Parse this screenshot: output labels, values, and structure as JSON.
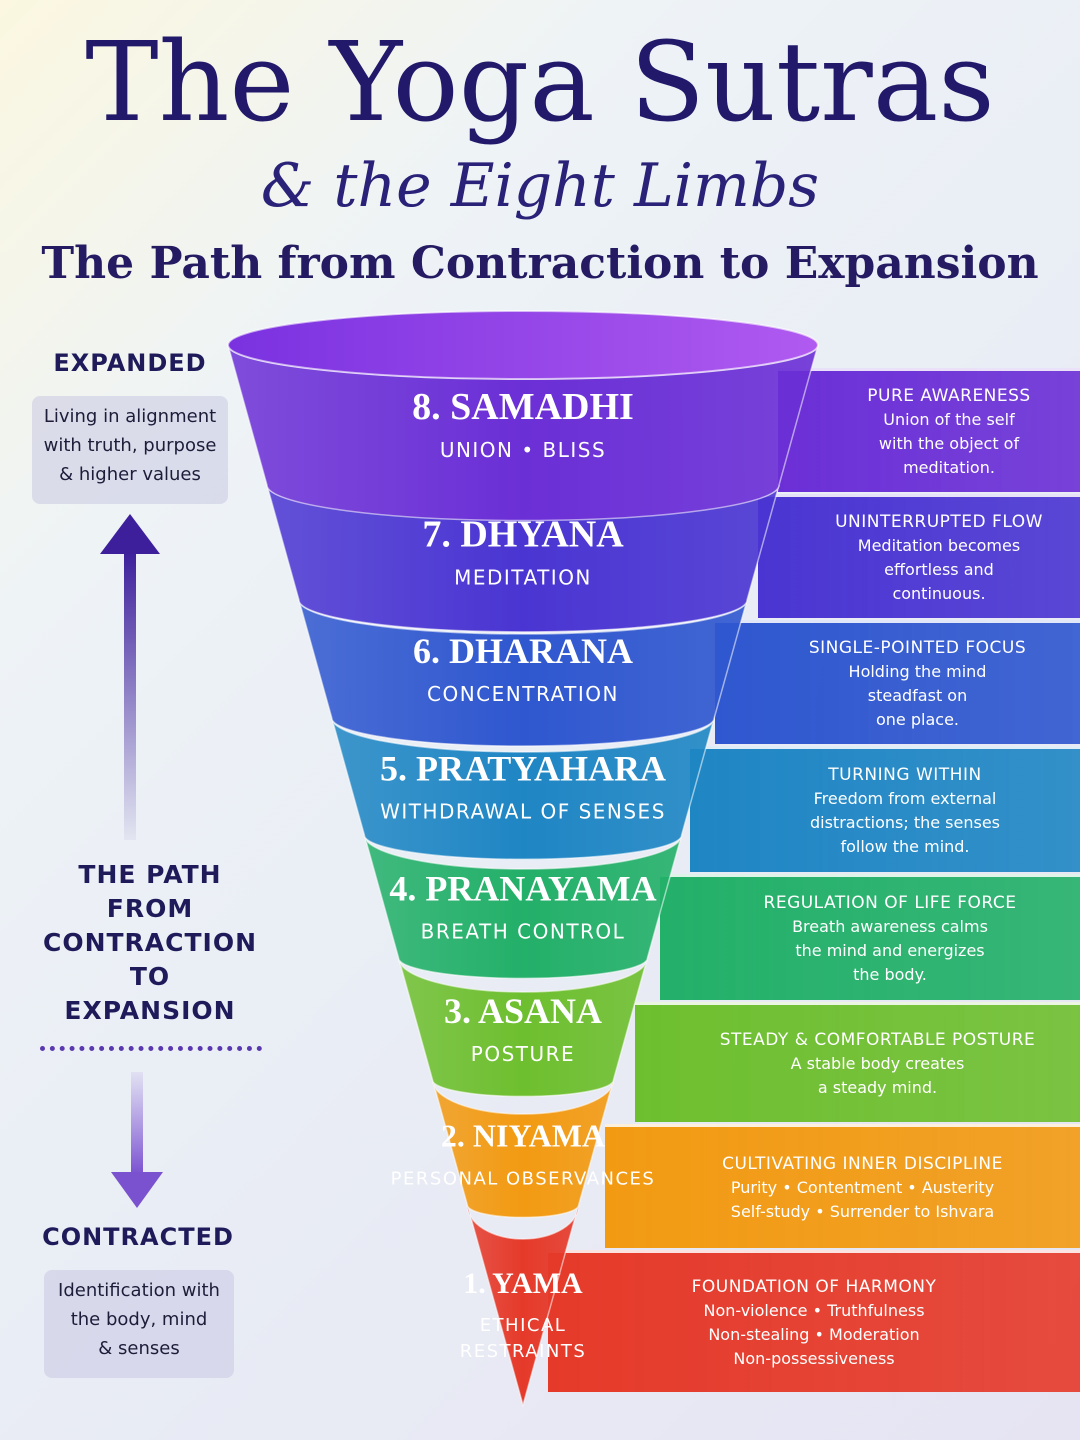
{
  "header": {
    "title": "The Yoga Sutras",
    "subtitle": "& the Eight Limbs",
    "tagline": "The Path from Contraction to Expansion"
  },
  "sidebar": {
    "top_label": "EXPANDED",
    "top_note": "Living in alignment\nwith truth, purpose\n& higher values",
    "middle_label": "THE PATH\nFROM\nCONTRACTION\nTO\nEXPANSION",
    "bottom_label": "CONTRACTED",
    "bottom_note": "Identification with\nthe body, mind\n& senses"
  },
  "limbs": [
    {
      "number": "8.",
      "name": "SAMADHI",
      "meaning": "UNION • BLISS",
      "color": "#6b2fd6",
      "heading": "PURE AWARENESS",
      "body": "Union of the self\nwith the object of\nmeditation."
    },
    {
      "number": "7.",
      "name": "DHYANA",
      "meaning": "MEDITATION",
      "color": "#4a35d2",
      "heading": "UNINTERRUPTED FLOW",
      "body": "Meditation becomes\neffortless and\ncontinuous."
    },
    {
      "number": "6.",
      "name": "DHARANA",
      "meaning": "CONCENTRATION",
      "color": "#2f57cf",
      "heading": "SINGLE-POINTED FOCUS",
      "body": "Holding the mind\nsteadfast on\none place."
    },
    {
      "number": "5.",
      "name": "PRATYAHARA",
      "meaning": "WITHDRAWAL OF SENSES",
      "color": "#1f86c4",
      "heading": "TURNING WITHIN",
      "body": "Freedom from external\ndistractions; the senses\nfollow the mind."
    },
    {
      "number": "4.",
      "name": "PRANAYAMA",
      "meaning": "BREATH CONTROL",
      "color": "#23b069",
      "heading": "REGULATION OF LIFE FORCE",
      "body": "Breath awareness calms\nthe mind and energizes\nthe body."
    },
    {
      "number": "3.",
      "name": "ASANA",
      "meaning": "POSTURE",
      "color": "#6ebf2f",
      "heading": "STEADY & COMFORTABLE POSTURE",
      "body": "A stable body creates\na steady mind."
    },
    {
      "number": "2.",
      "name": "NIYAMA",
      "meaning": "PERSONAL OBSERVANCES",
      "color": "#f29a12",
      "heading": "CULTIVATING INNER DISCIPLINE",
      "body": "Purity • Contentment • Austerity\nSelf-study • Surrender to Ishvara"
    },
    {
      "number": "1.",
      "name": "YAMA",
      "meaning": "ETHICAL\nRESTRAINTS",
      "color": "#e53a2a",
      "heading": "FOUNDATION OF HARMONY",
      "body": "Non-violence • Truthfulness\nNon-stealing • Moderation\nNon-possessiveness"
    }
  ]
}
